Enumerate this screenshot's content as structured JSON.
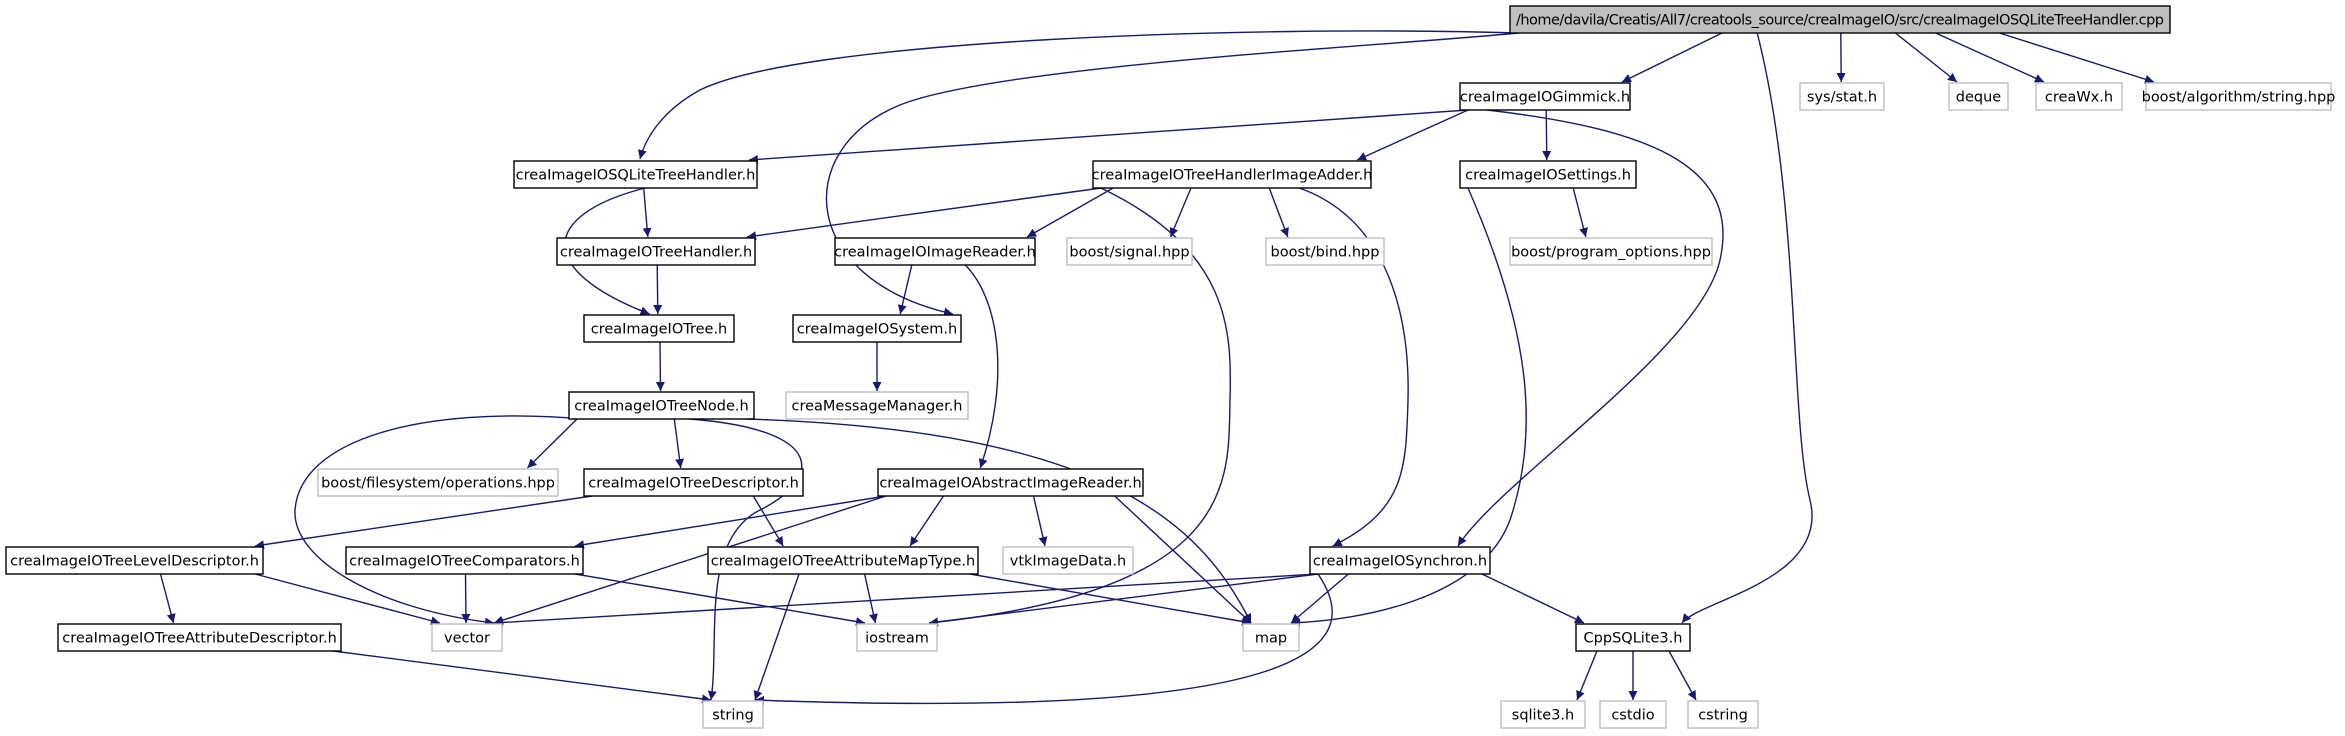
{
  "colors": {
    "edge": "#191970",
    "node_border": "#000000",
    "system_border": "#bfbfbf",
    "root_fill": "#bfbfbf",
    "node_fill": "#ffffff"
  },
  "nodes": [
    {
      "id": "root",
      "label": "/home/davila/Creatis/All7/creatools_source/creaImageIO/src/creaImageIOSQLiteTreeHandler.cpp",
      "kind": "root"
    },
    {
      "id": "gimmick",
      "label": "creaImageIOGimmick.h",
      "kind": "project"
    },
    {
      "id": "sysstat",
      "label": "sys/stat.h",
      "kind": "system"
    },
    {
      "id": "deque",
      "label": "deque",
      "kind": "system"
    },
    {
      "id": "creawx",
      "label": "creaWx.h",
      "kind": "system"
    },
    {
      "id": "boostalg",
      "label": "boost/algorithm/string.hpp",
      "kind": "system"
    },
    {
      "id": "sqlitetree",
      "label": "creaImageIOSQLiteTreeHandler.h",
      "kind": "project"
    },
    {
      "id": "adder",
      "label": "creaImageIOTreeHandlerImageAdder.h",
      "kind": "project"
    },
    {
      "id": "settings",
      "label": "creaImageIOSettings.h",
      "kind": "project"
    },
    {
      "id": "treehandler",
      "label": "creaImageIOTreeHandler.h",
      "kind": "project"
    },
    {
      "id": "imgreader",
      "label": "creaImageIOImageReader.h",
      "kind": "project"
    },
    {
      "id": "boostsignal",
      "label": "boost/signal.hpp",
      "kind": "system"
    },
    {
      "id": "boostbind",
      "label": "boost/bind.hpp",
      "kind": "system"
    },
    {
      "id": "boostprog",
      "label": "boost/program_options.hpp",
      "kind": "system"
    },
    {
      "id": "tree",
      "label": "creaImageIOTree.h",
      "kind": "project"
    },
    {
      "id": "system",
      "label": "creaImageIOSystem.h",
      "kind": "project"
    },
    {
      "id": "treenode",
      "label": "creaImageIOTreeNode.h",
      "kind": "project"
    },
    {
      "id": "creamsg",
      "label": "creaMessageManager.h",
      "kind": "system"
    },
    {
      "id": "boostfs",
      "label": "boost/filesystem/operations.hpp",
      "kind": "system"
    },
    {
      "id": "treedesc",
      "label": "creaImageIOTreeDescriptor.h",
      "kind": "project"
    },
    {
      "id": "absreader",
      "label": "creaImageIOAbstractImageReader.h",
      "kind": "project"
    },
    {
      "id": "leveldesc",
      "label": "creaImageIOTreeLevelDescriptor.h",
      "kind": "project"
    },
    {
      "id": "comparators",
      "label": "creaImageIOTreeComparators.h",
      "kind": "project"
    },
    {
      "id": "attrmap",
      "label": "creaImageIOTreeAttributeMapType.h",
      "kind": "project"
    },
    {
      "id": "vtkimg",
      "label": "vtkImageData.h",
      "kind": "system"
    },
    {
      "id": "synchron",
      "label": "creaImageIOSynchron.h",
      "kind": "project"
    },
    {
      "id": "attrdesc",
      "label": "creaImageIOTreeAttributeDescriptor.h",
      "kind": "project"
    },
    {
      "id": "vector",
      "label": "vector",
      "kind": "system"
    },
    {
      "id": "iostream",
      "label": "iostream",
      "kind": "system"
    },
    {
      "id": "map",
      "label": "map",
      "kind": "system"
    },
    {
      "id": "cppsqlite",
      "label": "CppSQLite3.h",
      "kind": "project"
    },
    {
      "id": "string",
      "label": "string",
      "kind": "system"
    },
    {
      "id": "sqlite3",
      "label": "sqlite3.h",
      "kind": "system"
    },
    {
      "id": "cstdio",
      "label": "cstdio",
      "kind": "system"
    },
    {
      "id": "cstring",
      "label": "cstring",
      "kind": "system"
    }
  ],
  "edges": [
    [
      "root",
      "gimmick"
    ],
    [
      "root",
      "sysstat"
    ],
    [
      "root",
      "deque"
    ],
    [
      "root",
      "creawx"
    ],
    [
      "root",
      "boostalg"
    ],
    [
      "root",
      "sqlitetree"
    ],
    [
      "root",
      "system"
    ],
    [
      "root",
      "cppsqlite"
    ],
    [
      "gimmick",
      "sqlitetree"
    ],
    [
      "gimmick",
      "adder"
    ],
    [
      "gimmick",
      "settings"
    ],
    [
      "gimmick",
      "synchron"
    ],
    [
      "sqlitetree",
      "treehandler"
    ],
    [
      "sqlitetree",
      "tree"
    ],
    [
      "adder",
      "treehandler"
    ],
    [
      "adder",
      "imgreader"
    ],
    [
      "adder",
      "boostsignal"
    ],
    [
      "adder",
      "boostbind"
    ],
    [
      "adder",
      "synchron"
    ],
    [
      "adder",
      "iostream"
    ],
    [
      "settings",
      "boostprog"
    ],
    [
      "settings",
      "map"
    ],
    [
      "treehandler",
      "tree"
    ],
    [
      "imgreader",
      "system"
    ],
    [
      "imgreader",
      "absreader"
    ],
    [
      "tree",
      "treenode"
    ],
    [
      "system",
      "creamsg"
    ],
    [
      "treenode",
      "boostfs"
    ],
    [
      "treenode",
      "treedesc"
    ],
    [
      "treenode",
      "vector"
    ],
    [
      "treenode",
      "map"
    ],
    [
      "treenode",
      "string"
    ],
    [
      "treedesc",
      "leveldesc"
    ],
    [
      "treedesc",
      "attrmap"
    ],
    [
      "absreader",
      "comparators"
    ],
    [
      "absreader",
      "attrmap"
    ],
    [
      "absreader",
      "vtkimg"
    ],
    [
      "absreader",
      "map"
    ],
    [
      "absreader",
      "vector"
    ],
    [
      "leveldesc",
      "attrdesc"
    ],
    [
      "leveldesc",
      "vector"
    ],
    [
      "comparators",
      "vector"
    ],
    [
      "comparators",
      "iostream"
    ],
    [
      "attrmap",
      "iostream"
    ],
    [
      "attrmap",
      "string"
    ],
    [
      "attrmap",
      "map"
    ],
    [
      "synchron",
      "vector"
    ],
    [
      "synchron",
      "iostream"
    ],
    [
      "synchron",
      "map"
    ],
    [
      "synchron",
      "string"
    ],
    [
      "synchron",
      "cppsqlite"
    ],
    [
      "attrdesc",
      "string"
    ],
    [
      "cppsqlite",
      "sqlite3"
    ],
    [
      "cppsqlite",
      "cstdio"
    ],
    [
      "cppsqlite",
      "cstring"
    ]
  ]
}
